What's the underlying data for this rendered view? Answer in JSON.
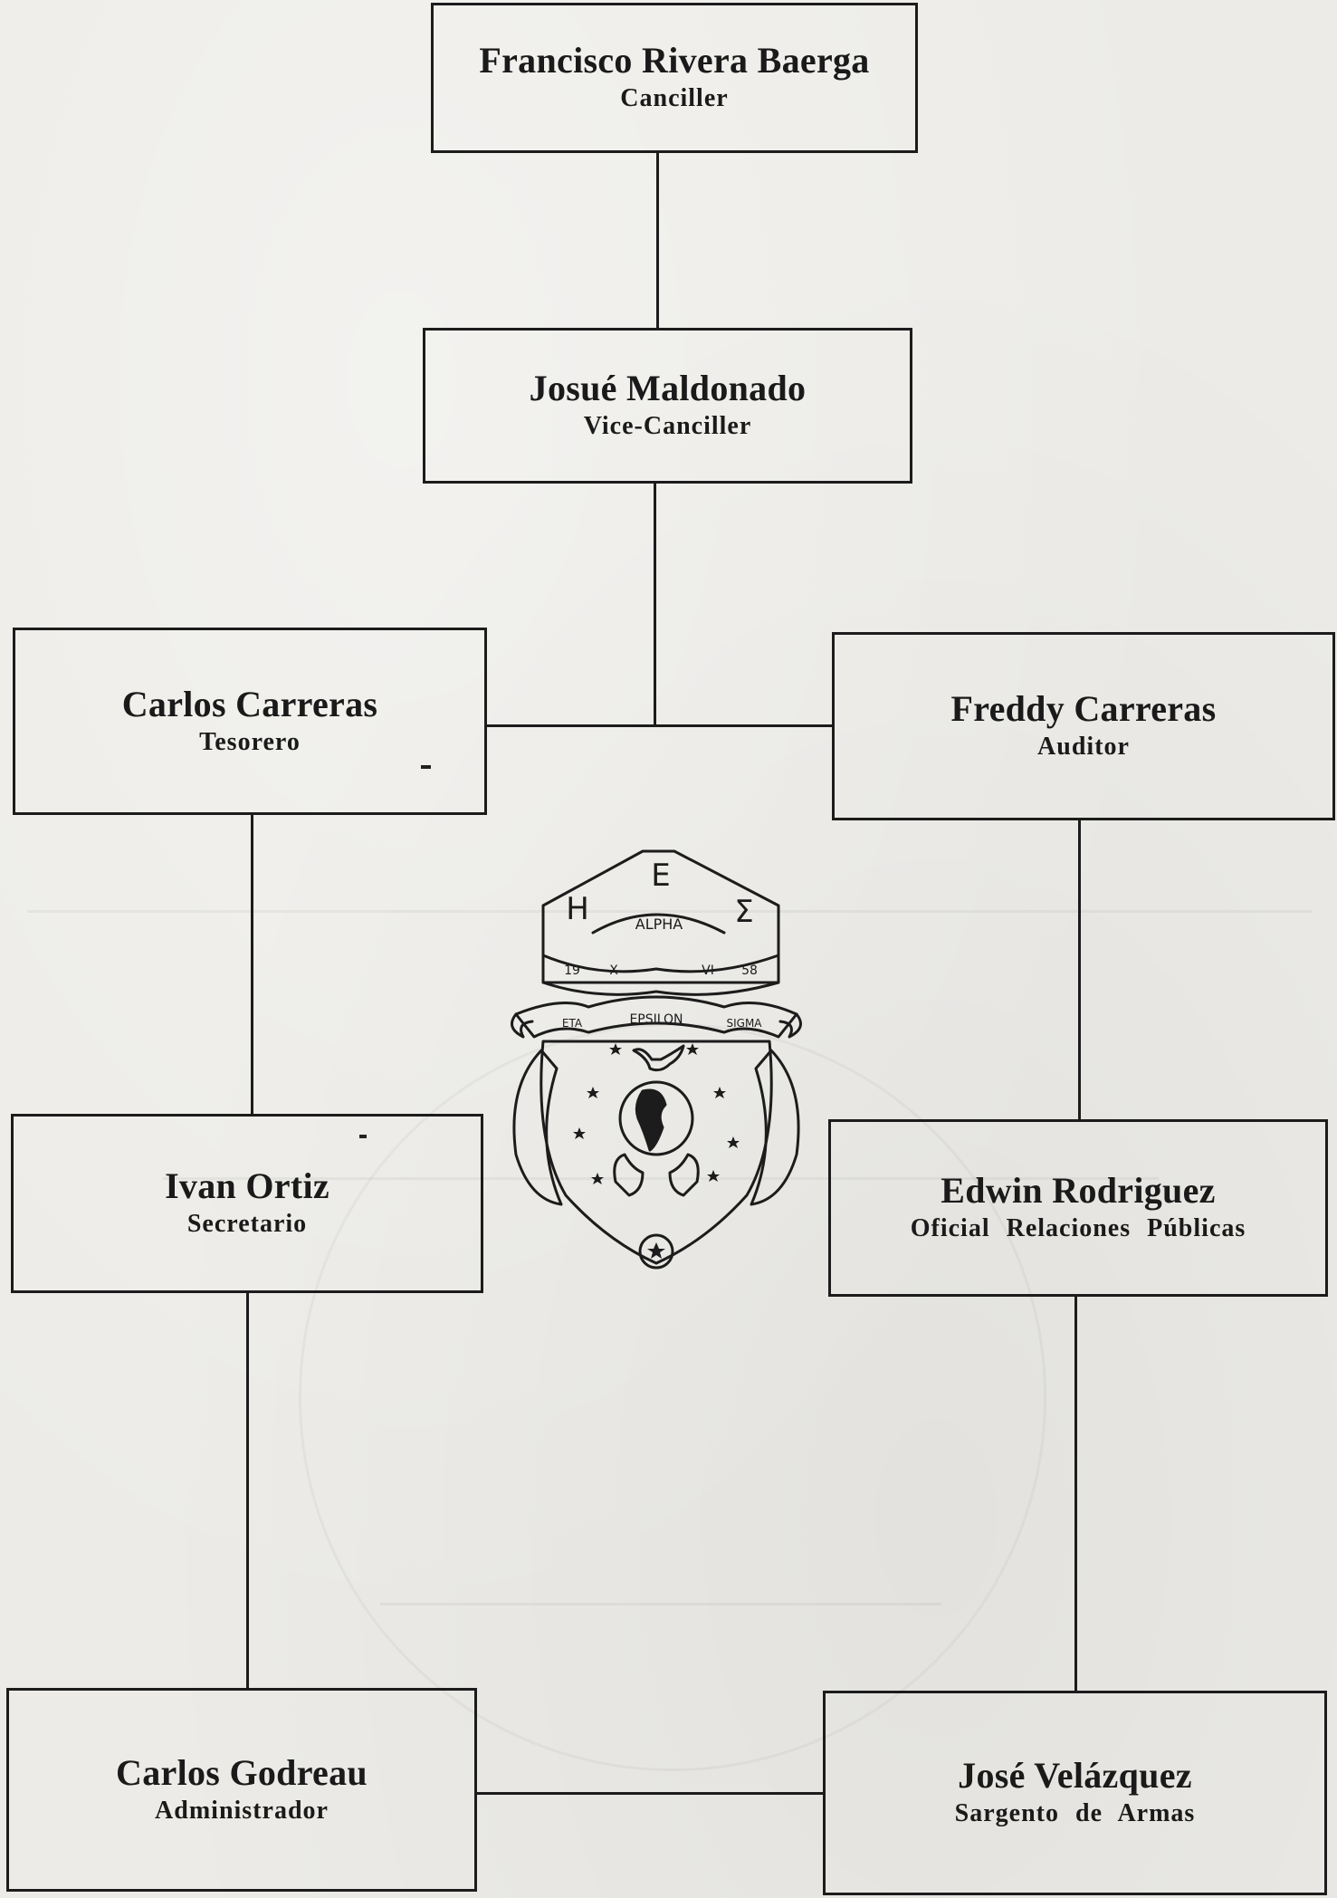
{
  "nodes": [
    {
      "id": "canciller",
      "name": "Francisco Rivera Baerga",
      "role": "Canciller"
    },
    {
      "id": "vice-canciller",
      "name": "Josué Maldonado",
      "role": "Vice-Canciller"
    },
    {
      "id": "tesorero",
      "name": "Carlos Carreras",
      "role": "Tesorero"
    },
    {
      "id": "auditor",
      "name": "Freddy Carreras",
      "role": "Auditor"
    },
    {
      "id": "secretario",
      "name": "Ivan Ortiz",
      "role": "Secretario"
    },
    {
      "id": "relaciones-publicas",
      "name": "Edwin Rodriguez",
      "role": "Oficial Relaciones Públicas"
    },
    {
      "id": "administrador",
      "name": "Carlos Godreau",
      "role": "Administrador"
    },
    {
      "id": "sargento",
      "name": "José Velázquez",
      "role": "Sargento de Armas"
    }
  ],
  "edges": [
    {
      "from": "canciller",
      "to": "vice-canciller"
    },
    {
      "from": "vice-canciller",
      "to": "tesorero"
    },
    {
      "from": "vice-canciller",
      "to": "auditor"
    },
    {
      "from": "tesorero",
      "to": "secretario"
    },
    {
      "from": "secretario",
      "to": "administrador"
    },
    {
      "from": "auditor",
      "to": "relaciones-publicas"
    },
    {
      "from": "relaciones-publicas",
      "to": "sargento"
    },
    {
      "from": "administrador",
      "to": "sargento"
    }
  ],
  "crest": {
    "letters": [
      "H",
      "E",
      "Σ"
    ],
    "top_banner": "ALPHA",
    "date_left": "19",
    "date_x": "X",
    "date_vi": "VI",
    "date_right": "58",
    "banner_left": "ETA",
    "banner_center": "EPSILON",
    "banner_right": "SIGMA"
  }
}
